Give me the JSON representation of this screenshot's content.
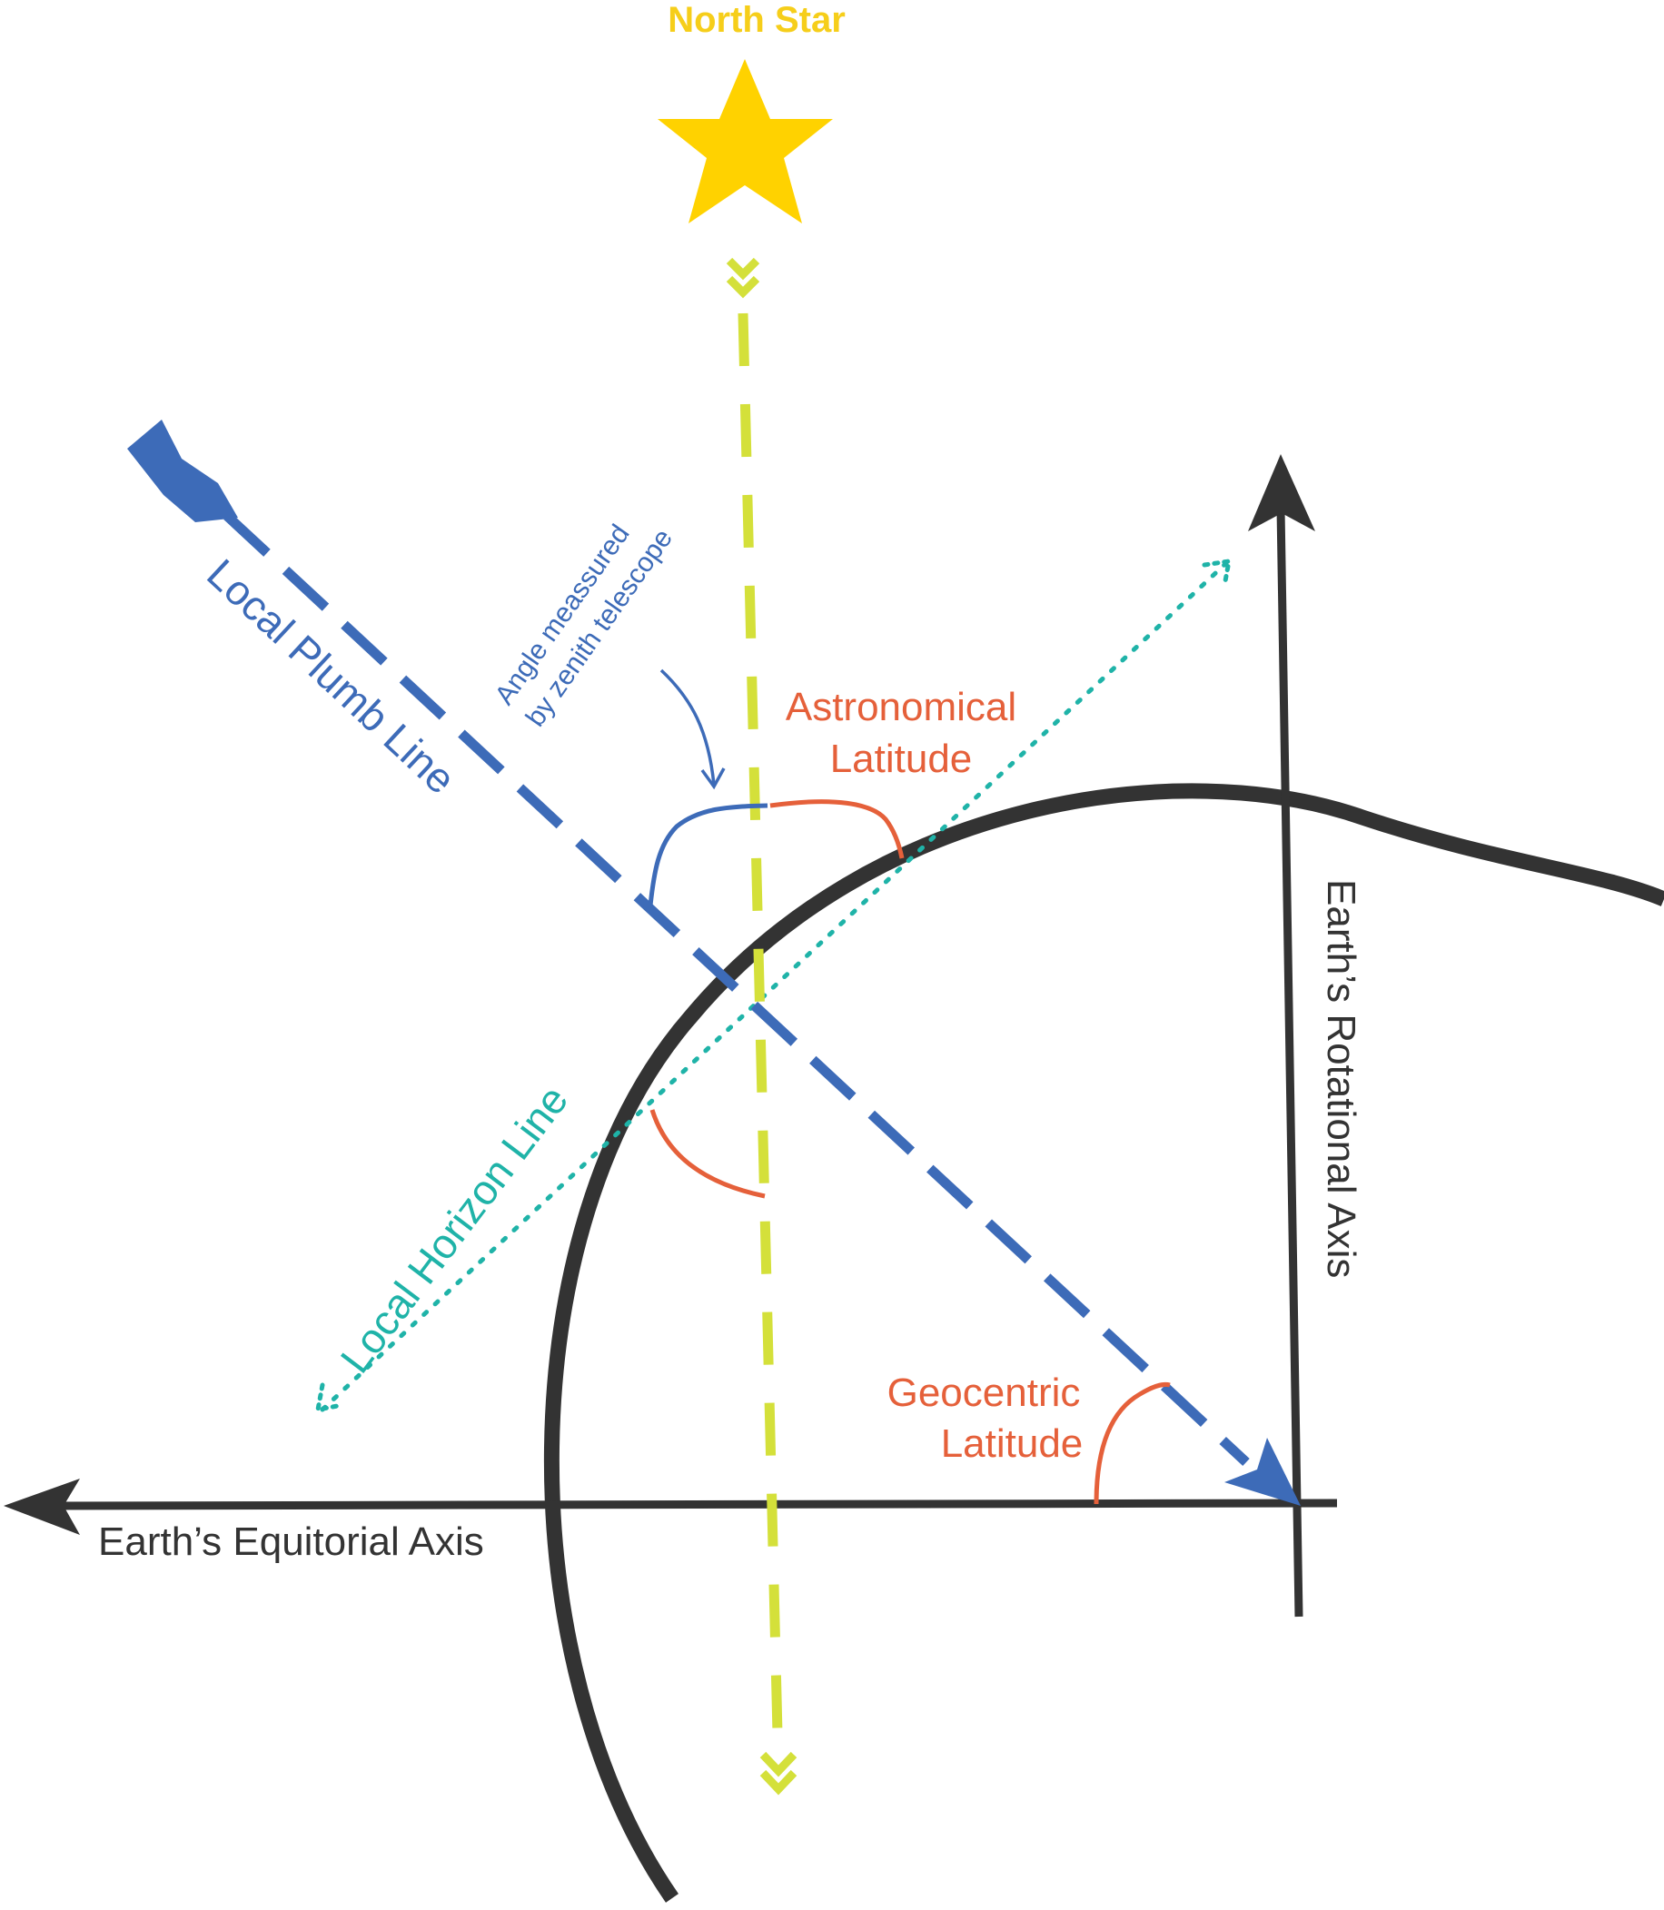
{
  "labels": {
    "north_star": "North Star",
    "local_plumb_line": "Local Plumb Line",
    "zenith_note_line1": "Angle meassured",
    "zenith_note_line2": "by zenith telescope",
    "astro_lat_line1": "Astronomical",
    "astro_lat_line2": "Latitude",
    "local_horizon_line": "Local Horizon Line",
    "earth_rotational_axis": "Earth’s Rotational  Axis",
    "geo_lat_line1": "Geocentric",
    "geo_lat_line2": "Latitude",
    "earth_equatorial_axis": "Earth’s Equitorial Axis"
  },
  "colors": {
    "star": "#FFD200",
    "north_star_label": "#F6CE1A",
    "star_line": "#D4E03A",
    "plumb": "#3D6BB8",
    "horizon": "#1FB3A8",
    "angle_red": "#E5603A",
    "earth": "#333333"
  }
}
